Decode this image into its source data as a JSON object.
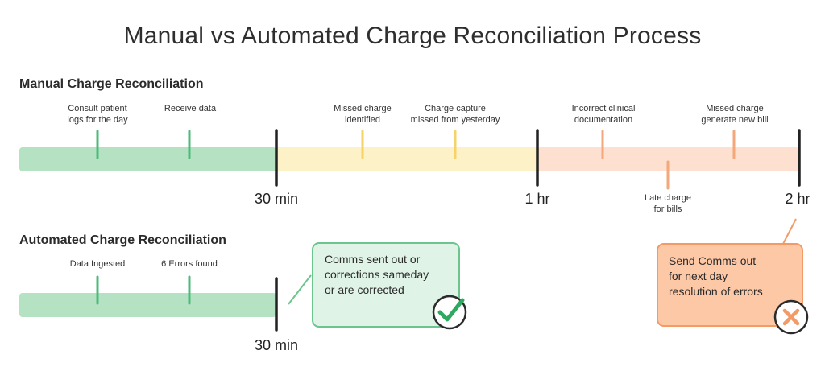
{
  "title": "Manual vs Automated Charge Reconciliation Process",
  "manual": {
    "heading": "Manual Charge Reconciliation",
    "events": [
      {
        "label": "Consult patient\nlogs for the day",
        "color": "#4dbb78"
      },
      {
        "label": "Receive data",
        "color": "#4dbb78"
      },
      {
        "label": "Missed charge\nidentified",
        "color": "#f5d26a"
      },
      {
        "label": "Charge capture\nmissed from yesterday",
        "color": "#f5d26a"
      },
      {
        "label": "Incorrect clinical\ndocumentation",
        "color": "#f4a77a"
      },
      {
        "label": "Late charge\nfor bills",
        "color": "#f4a77a"
      },
      {
        "label": "Missed charge\ngenerate new bill",
        "color": "#f4a77a"
      }
    ],
    "times": [
      "30 min",
      "1 hr",
      "2 hr"
    ],
    "segment_colors": [
      "#b5e2c3",
      "#fdf2c7",
      "#fde0cf"
    ]
  },
  "automated": {
    "heading": "Automated Charge Reconciliation",
    "events": [
      {
        "label": "Data Ingested",
        "color": "#4dbb78"
      },
      {
        "label": "6 Errors found",
        "color": "#4dbb78"
      }
    ],
    "time": "30 min",
    "callout": "Comms sent out or\ncorrections sameday\nor are corrected",
    "callout_color": "#dff3e6",
    "callout_border": "#6cc48e"
  },
  "manual_callout": {
    "text": "Send Comms out\nfor next day\nresolution of errors",
    "color": "#fcc8a6",
    "border": "#f39a66"
  },
  "icons": {
    "success": "check-circle-icon",
    "failure": "x-circle-icon"
  },
  "colors": {
    "divider": "#222222"
  }
}
